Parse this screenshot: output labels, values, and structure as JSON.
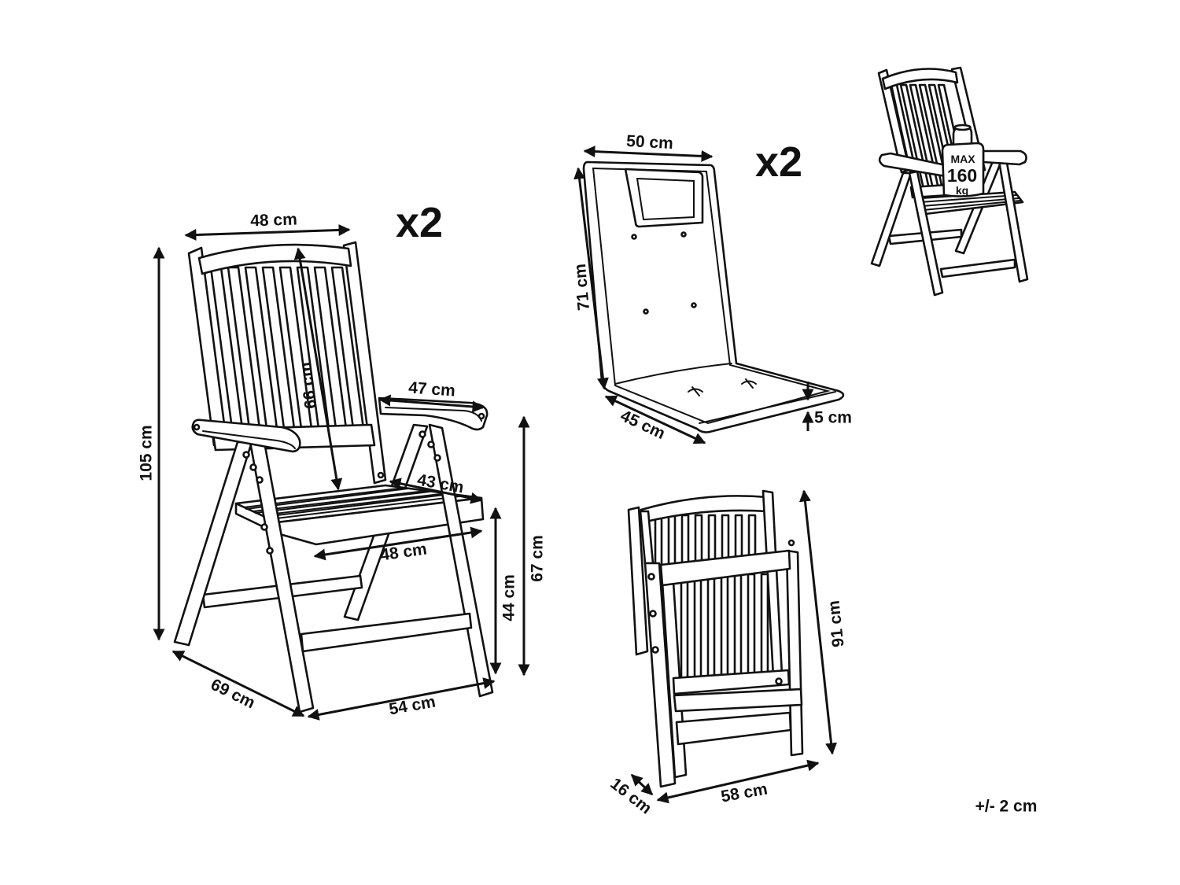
{
  "chair": {
    "quantity": "x2",
    "back_width": "48 cm",
    "total_height": "105 cm",
    "backrest_height": "66 cm",
    "armrest_length": "47 cm",
    "seat_depth": "43 cm",
    "seat_width": "48 cm",
    "armrest_height": "67 cm",
    "seat_height": "44 cm",
    "total_depth": "69 cm",
    "total_width": "54 cm"
  },
  "cushion": {
    "quantity": "x2",
    "width": "50 cm",
    "back_length": "71 cm",
    "seat_depth": "45 cm",
    "thickness": "5 cm"
  },
  "max_load": {
    "label": "MAX",
    "value": "160",
    "unit": "kg"
  },
  "folded_chair": {
    "height": "91 cm",
    "depth": "16 cm",
    "width": "58 cm"
  },
  "tolerance": "+/- 2 cm"
}
